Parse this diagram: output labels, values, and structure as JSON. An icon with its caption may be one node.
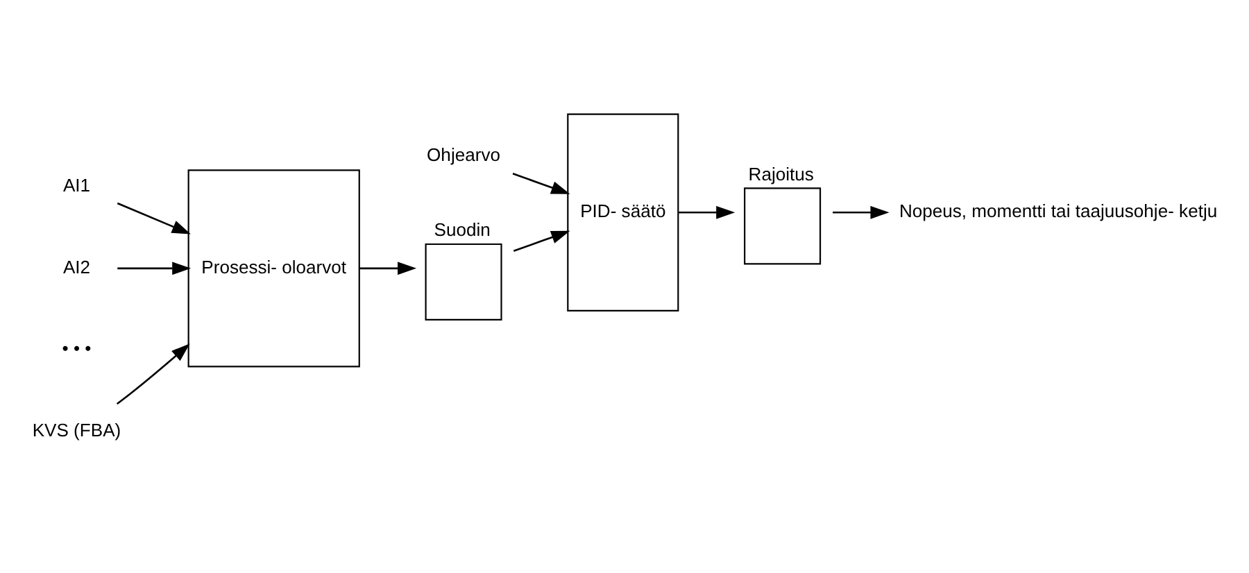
{
  "diagram": {
    "nodes": [
      {
        "text": [
          "Ohjearvo"
        ]
      },
      {
        "text": [
          "AI1"
        ]
      },
      {
        "text": [
          "AI2"
        ]
      },
      {
        "text": [
          "KVS (FBA)"
        ]
      },
      {
        "text": [
          "Prosessi- oloarvot"
        ]
      },
      {
        "text": [
          "Suodin"
        ]
      },
      {
        "text": [
          "PID- säätö"
        ]
      },
      {
        "text": [
          "Rajoitus"
        ]
      },
      {
        "text": [
          "Nopeus, momentti tai taajuusohje- ketju"
        ]
      }
    ],
    "edges": [
      {
        "from": 0,
        "to": 6,
        "arrow": "to"
      },
      {
        "from": 1,
        "to": 4,
        "arrow": "to"
      },
      {
        "from": 2,
        "to": 4,
        "arrow": "to"
      },
      {
        "from": 3,
        "to": 4,
        "arrow": "to"
      },
      {
        "from": 4,
        "to": 5,
        "arrow": "to"
      },
      {
        "from": 5,
        "to": 6,
        "arrow": "to"
      },
      {
        "from": 6,
        "to": 7,
        "arrow": "to"
      },
      {
        "from": 7,
        "to": 8,
        "arrow": "to"
      }
    ],
    "labels": [
      "• • •"
    ]
  }
}
